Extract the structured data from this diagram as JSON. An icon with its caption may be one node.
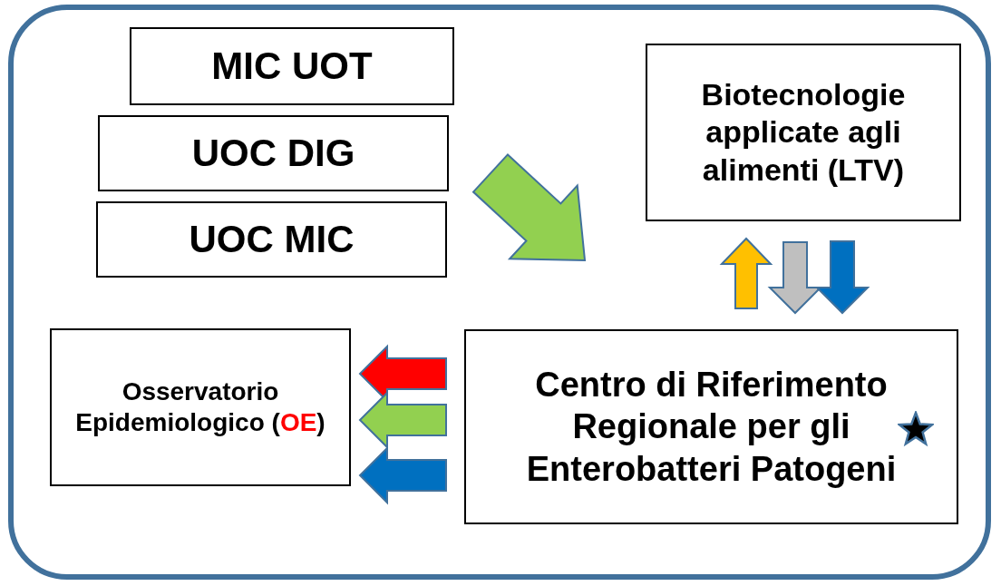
{
  "diagram": {
    "nodes": [
      {
        "text": [
          "MIC UOT"
        ]
      },
      {
        "text": [
          "UOC DIG"
        ]
      },
      {
        "text": [
          "UOC MIC"
        ]
      },
      {
        "text": [
          "Biotecnologie applicate agli alimenti (LTV)"
        ]
      },
      {
        "text": [
          "Centro di Riferimento Regionale per gli Enterobatteri Patogeni"
        ]
      },
      {
        "text": [
          "Osservatorio Epidemiologico (**OE**)"
        ]
      }
    ],
    "edges": [
      {
        "from": 1,
        "to": 4,
        "arrow": "to",
        "color": "#92d050"
      },
      {
        "from": 4,
        "to": 3,
        "arrow": "to",
        "color": "#ffc000"
      },
      {
        "from": 3,
        "to": 4,
        "arrow": "to",
        "color": "#bfbfbf"
      },
      {
        "from": 3,
        "to": 4,
        "arrow": "to",
        "color": "#0070c0"
      },
      {
        "from": 4,
        "to": 5,
        "arrow": "to",
        "color": "#ff0000"
      },
      {
        "from": 4,
        "to": 5,
        "arrow": "to",
        "color": "#92d050"
      },
      {
        "from": 4,
        "to": 5,
        "arrow": "to",
        "color": "#0070c0"
      }
    ]
  }
}
